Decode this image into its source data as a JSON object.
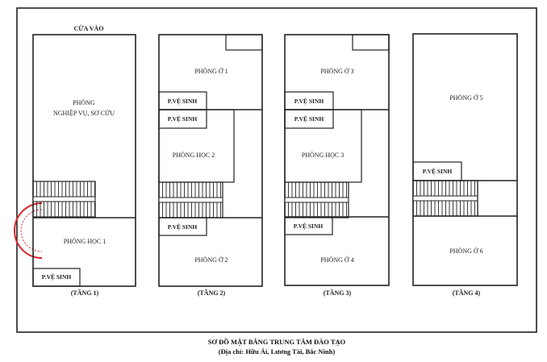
{
  "entrance_label": "CỬA VÀO",
  "floors": [
    {
      "label": "(TẦNG 1)",
      "rooms": {
        "top": "PHÒNG",
        "top2": "NGHIỆP VỤ, SƠ CỨU",
        "bottom": "PHÒNG HỌC 1",
        "wc_bottom": "P.VỆ SINH"
      }
    },
    {
      "label": "(TẦNG 2)",
      "rooms": {
        "top": "PHÒNG Ở 1",
        "wc1": "P.VỆ SINH",
        "wc2": "P.VỆ SINH",
        "middle": "PHÒNG HỌC 2",
        "wc3": "P.VỆ SINH",
        "bottom": "PHÒNG Ở 2"
      }
    },
    {
      "label": "(TẦNG 3)",
      "rooms": {
        "top": "PHÒNG Ở 3",
        "wc1": "P.VỆ SINH",
        "wc2": "P.VỆ SINH",
        "middle": "PHÒNG HỌC 3",
        "wc3": "P.VỆ SINH",
        "bottom": "PHÒNG Ở 4"
      }
    },
    {
      "label": "(TẦNG 4)",
      "rooms": {
        "top": "PHÒNG Ở 5",
        "wc1": "P.VỆ SINH",
        "bottom": "PHÒNG Ở 6"
      }
    }
  ],
  "title": "SƠ ĐỒ MẶT BẰNG TRUNG TÂM ĐÀO TẠO",
  "address": "(Địa chỉ: Hữu Ái, Lương Tài, Bắc Ninh)",
  "stamp_color": "#d9262c"
}
